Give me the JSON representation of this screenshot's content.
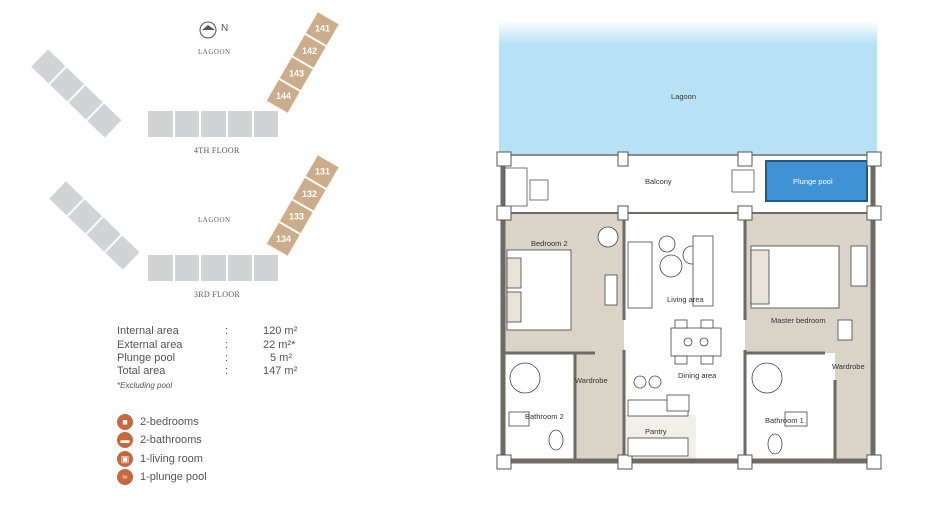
{
  "site": {
    "north_label": "N",
    "lagoon_label": "LAGOON",
    "floor4": {
      "label": "4TH FLOOR",
      "units": [
        "141",
        "142",
        "143",
        "144"
      ]
    },
    "floor3": {
      "label": "3RD FLOOR",
      "units": [
        "131",
        "132",
        "133",
        "134"
      ]
    }
  },
  "areas": [
    {
      "label": "Internal area",
      "sep": ":",
      "value": "120 m²"
    },
    {
      "label": "External area",
      "sep": ":",
      "value": "22 m²*"
    },
    {
      "label": "Plunge pool",
      "sep": ":",
      "value": "5 m²"
    },
    {
      "label": "Total area",
      "sep": ":",
      "value": "147 m²"
    }
  ],
  "area_note": "*Excluding pool",
  "features": [
    {
      "icon": "bed-icon",
      "label": "2-bedrooms"
    },
    {
      "icon": "bathtub-icon",
      "label": "2-bathrooms"
    },
    {
      "icon": "sofa-icon",
      "label": "1-living room"
    },
    {
      "icon": "pool-icon",
      "label": "1-plunge pool"
    }
  ],
  "plan": {
    "lagoon": "Lagoon",
    "balcony": "Balcony",
    "plunge_pool": "Plunge pool",
    "bedroom2": "Bedroom 2",
    "living": "Living area",
    "master": "Master bedroom",
    "wardrobe_left": "Wardrobe",
    "wardrobe_right": "Wardrobe",
    "dining": "Dining area",
    "bath2": "Bathroom 2",
    "bath1": "Bathroom 1",
    "pantry": "Pantry"
  },
  "colors": {
    "accent": "#c6693f",
    "unit_highlight": "#cbad8b",
    "lagoon": "#b7e2f6",
    "floor": "#d9d3c8"
  }
}
